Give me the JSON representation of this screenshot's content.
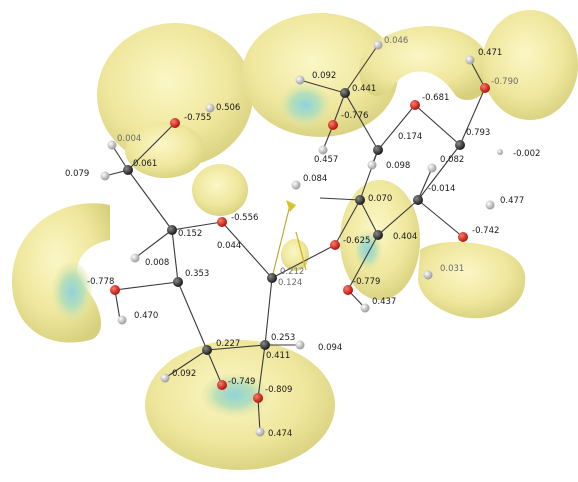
{
  "labels": [
    {
      "id": "c1",
      "text": "0.061"
    },
    {
      "id": "h1",
      "text": "0.004"
    },
    {
      "id": "h2",
      "text": "0.079"
    },
    {
      "id": "o1",
      "text": "-0.755"
    },
    {
      "id": "h3",
      "text": "0.506"
    },
    {
      "id": "c2",
      "text": "0.152"
    },
    {
      "id": "o2",
      "text": "-0.556"
    },
    {
      "id": "h4",
      "text": "0.008"
    },
    {
      "id": "h5",
      "text": "0.044"
    },
    {
      "id": "c3",
      "text": "0.353"
    },
    {
      "id": "o3",
      "text": "-0.778"
    },
    {
      "id": "h6",
      "text": "0.470"
    },
    {
      "id": "c4",
      "text": "0.212"
    },
    {
      "id": "c4b",
      "text": "0.124"
    },
    {
      "id": "c5",
      "text": "0.227"
    },
    {
      "id": "c6",
      "text": "0.253"
    },
    {
      "id": "h7",
      "text": "0.092"
    },
    {
      "id": "o4",
      "text": "-0.749"
    },
    {
      "id": "c6b",
      "text": "0.411"
    },
    {
      "id": "h8",
      "text": "0.094"
    },
    {
      "id": "o5",
      "text": "-0.809"
    },
    {
      "id": "h9",
      "text": "0.474"
    },
    {
      "id": "h10",
      "text": "0.046"
    },
    {
      "id": "h11",
      "text": "0.092"
    },
    {
      "id": "c7",
      "text": "0.441"
    },
    {
      "id": "h12",
      "text": "0.471"
    },
    {
      "id": "o6",
      "text": "-0.790"
    },
    {
      "id": "o7",
      "text": "-0.776"
    },
    {
      "id": "o8",
      "text": "-0.681"
    },
    {
      "id": "h13",
      "text": "0.457"
    },
    {
      "id": "c8",
      "text": "0.174"
    },
    {
      "id": "c9",
      "text": "0.793"
    },
    {
      "id": "h14",
      "text": "0.098"
    },
    {
      "id": "h15",
      "text": "0.082"
    },
    {
      "id": "h16",
      "text": "-0.002"
    },
    {
      "id": "h17",
      "text": "0.084"
    },
    {
      "id": "c10",
      "text": "0.070"
    },
    {
      "id": "c11",
      "text": "-0.014"
    },
    {
      "id": "h18",
      "text": "0.477"
    },
    {
      "id": "o9",
      "text": "-0.742"
    },
    {
      "id": "o10",
      "text": "-0.625"
    },
    {
      "id": "c12",
      "text": "0.404"
    },
    {
      "id": "o11",
      "text": "-0.779"
    },
    {
      "id": "h19",
      "text": "0.031"
    },
    {
      "id": "h20",
      "text": "0.437"
    }
  ]
}
